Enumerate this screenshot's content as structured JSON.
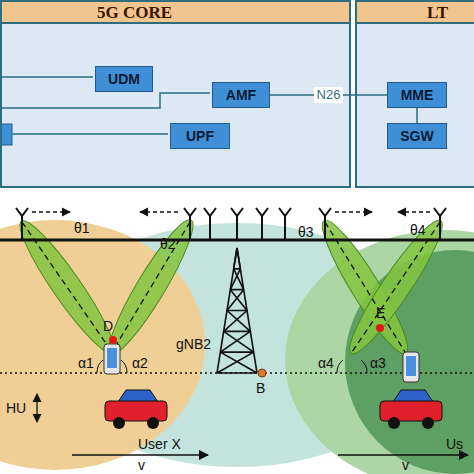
{
  "diagram": {
    "nodes": [
      {
        "text": [
          "5G CORE"
        ]
      },
      {
        "text": [
          "UDM"
        ],
        "in": 0
      },
      {
        "text": [
          "AMF"
        ],
        "in": 0
      },
      {
        "text": [
          "UPF"
        ],
        "in": 0
      },
      {
        "text": [
          "LT"
        ]
      },
      {
        "text": [
          "MME"
        ],
        "in": 4
      },
      {
        "text": [
          "SGW"
        ],
        "in": 4
      }
    ],
    "edges": [
      {
        "from": 2,
        "to": 5,
        "label": "N26",
        "arrow": "none"
      },
      {
        "from": 5,
        "to": 6,
        "arrow": "none"
      }
    ],
    "labels": [
      "θ1",
      "θ2",
      "θ3",
      "θ4",
      "D",
      "E",
      "HU",
      "α1",
      "α2",
      "α4",
      "α3",
      "gNB2",
      "B",
      "User X",
      "Us",
      "v",
      "v"
    ]
  }
}
